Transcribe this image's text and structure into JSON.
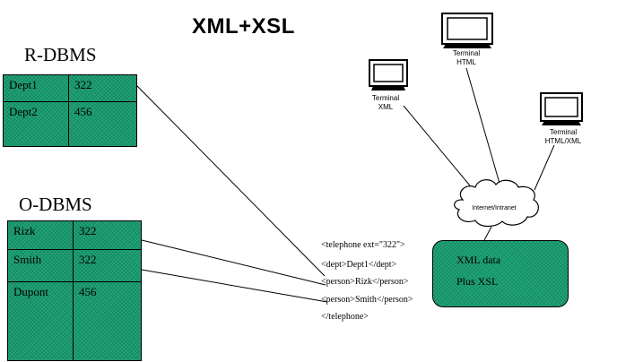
{
  "title": "XML+XSL",
  "rdbms": {
    "label": "R-DBMS",
    "rows": [
      {
        "name": "Dept1",
        "value": "322"
      },
      {
        "name": "Dept2",
        "value": "456"
      }
    ]
  },
  "odbms": {
    "label": "O-DBMS",
    "rows": [
      {
        "name": "Rizk",
        "value": "322"
      },
      {
        "name": "Smith",
        "value": "322"
      },
      {
        "name": "Dupont",
        "value": "456"
      }
    ]
  },
  "xml_snippet": [
    "<telephone  ext=\"322\">",
    "<dept>Dept1</dept>",
    "<person>Rizk</person>",
    "<person>Smith</person>",
    "</telephone>"
  ],
  "xml_box": {
    "line1": "XML data",
    "line2": "Plus XSL"
  },
  "network": {
    "cloud_label": "Internet/Intranet"
  },
  "terminals": [
    {
      "line1": "Terminal",
      "line2": "XML"
    },
    {
      "line1": "Terminal",
      "line2": "HTML"
    },
    {
      "line1": "Terminal",
      "line2": "HTML/XML"
    }
  ],
  "colors": {
    "table_fill": "#1fa67a",
    "line": "#000000"
  }
}
